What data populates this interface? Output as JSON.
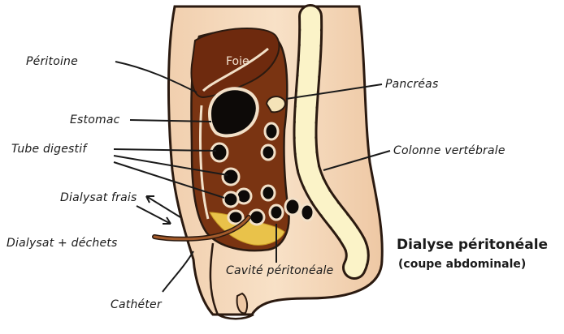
{
  "labels": {
    "peritoine": "Péritoine",
    "estomac": "Estomac",
    "tube_digestif": "Tube digestif",
    "dialysat_frais": "Dialysat frais",
    "dialysat_dechets": "Dialysat + déchets",
    "catheter": "Cathéter",
    "foie": "Foie",
    "pancreas": "Pancréas",
    "colonne": "Colonne vertébrale",
    "cavite": "Cavité péritonéale"
  },
  "title": {
    "main": "Dialyse péritonéale",
    "sub": "(coupe abdominale)"
  },
  "colors": {
    "skin": "#f6dcc0",
    "skin_outline": "#2b1a10",
    "organ": "#7a3412",
    "liver": "#6e2a0e",
    "dialysate": "#e9c24a",
    "spine_bone": "#fbf3c8",
    "lumen": "#0d0a08",
    "peritoneum_line": "#f2e0c8"
  }
}
